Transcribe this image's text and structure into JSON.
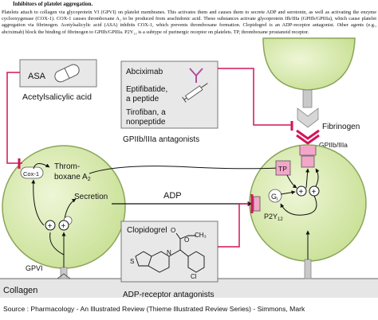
{
  "header": {
    "title": "Inhibitors of platelet aggregation.",
    "description": "Platelets attach to collagen via glycoprotein VI (GPVI) on platelet membranes. This activates them and causes them to secrete ADP and serotonin, as well as activating the enzyme cyclooxygenase (COX-1). COX-1 causes thromboxane A₂ to be produced from arachidonic acid. These substances activate glycoprotein IIb/IIIa (GPIIb/GPIIIa), which cause platelet aggregation via fibrinogen. Acetylsalicylic acid (ASA) inhibits COX-1, which prevents thromboxane formation. Clopidogrel is an ADP-receptor antagonist. Other agents (e.g., abciximab) block the binding of fibrinogen to GPIIb/GPIIIa. P2Y₁₂ is a subtype of purinergic receptor on platelets. TP, thromboxane prostanoid receptor."
  },
  "diagram": {
    "asa_box": {
      "label": "ASA",
      "caption": "Acetylsalicylic acid"
    },
    "gp_box": {
      "drug1": "Abciximab",
      "drug2_line1": "Eptifibatide,",
      "drug2_line2": "a peptide",
      "drug3_line1": "Tirofiban, a",
      "drug3_line2": "nonpeptide",
      "caption": "GPIIb/IIIa antagonists"
    },
    "adp_box": {
      "label": "Clopidogrel",
      "caption": "ADP-receptor antagonists",
      "structure": {
        "o_top": "O",
        "ch3": "CH₃",
        "o_ester": "O",
        "n": "N",
        "s": "S",
        "cl": "Cl"
      }
    },
    "left_cell": {
      "cox": "Cox-1",
      "thromboxane_line1": "Throm-",
      "thromboxane_line2": "boxane A",
      "thromboxane_sub": "2",
      "secretion": "Secretion",
      "gpvi": "GPVI",
      "plus": "+"
    },
    "right_cell": {
      "tp": "TP",
      "gi": "G",
      "gi_sub": "i",
      "p2y12": "P2Y",
      "p2y12_sub": "12",
      "gpiib": "GPIIb/IIIa",
      "fibrinogen": "Fibrinogen",
      "plus": "+"
    },
    "adp": "ADP",
    "collagen": "Collagen"
  },
  "source": "Source : Pharmacology - An Illustrated Review (Thieme Illustrated Review Series) - Simmons, Mark",
  "colors": {
    "cell_fill": "#d4e8a8",
    "cell_stroke": "#8aa55a",
    "inhibit_red": "#d4145a",
    "receptor_pink": "#f2a6c8",
    "collagen_fill": "#e6e6e6",
    "gp_receptor_gray": "#c9c9c9"
  }
}
